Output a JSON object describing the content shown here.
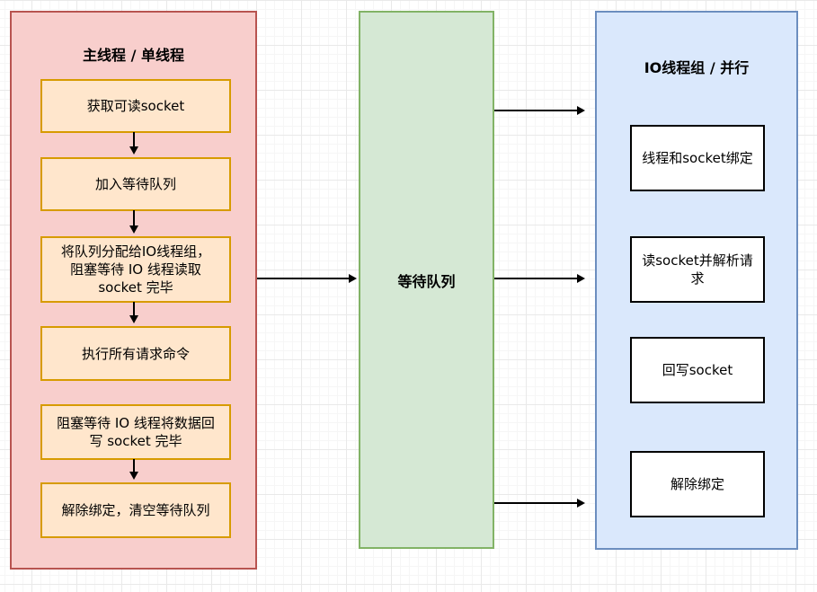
{
  "left_panel": {
    "title": "主线程 / 单线程",
    "boxes": [
      "获取可读socket",
      "加入等待队列",
      "将队列分配给IO线程组，\n阻塞等待 IO 线程读取\nsocket 完毕",
      "执行所有请求命令",
      "阻塞等待 IO 线程将数据回\n写 socket 完毕",
      "解除绑定，清空等待队列"
    ]
  },
  "queue_panel": {
    "title": "等待队列"
  },
  "right_panel": {
    "title": "IO线程组 / 并行",
    "boxes": [
      "线程和socket绑定",
      "读socket并解析请求",
      "回写socket",
      "解除绑定"
    ]
  },
  "colors": {
    "panel_red_fill": "#f8cecc",
    "panel_red_stroke": "#b85450",
    "box_orange_fill": "#ffe6cc",
    "box_orange_stroke": "#d79b00",
    "panel_green_fill": "#d5e8d4",
    "panel_green_stroke": "#82b366",
    "panel_blue_fill": "#dae8fc",
    "panel_blue_stroke": "#6c8ebf",
    "box_white_fill": "#ffffff",
    "box_white_stroke": "#000000",
    "arrow": "#000000"
  }
}
